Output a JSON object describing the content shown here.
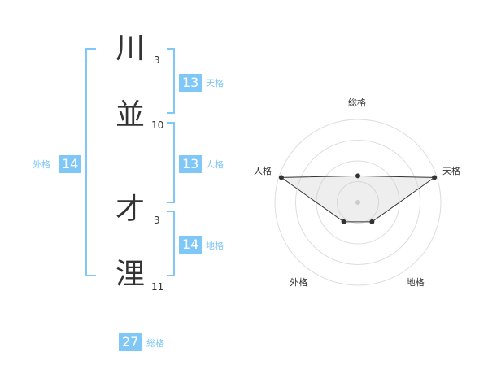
{
  "characters": [
    {
      "char": "川",
      "strokes": "3"
    },
    {
      "char": "並",
      "strokes": "10"
    },
    {
      "char": "才",
      "strokes": "3"
    },
    {
      "char": "浬",
      "strokes": "11"
    }
  ],
  "kakusu": {
    "tenkaku": {
      "value": "13",
      "label": "天格"
    },
    "jinkaku": {
      "value": "13",
      "label": "人格"
    },
    "chikaku": {
      "value": "14",
      "label": "地格"
    },
    "gaikaku": {
      "value": "14",
      "label": "外格"
    },
    "soukaku": {
      "value": "27",
      "label": "総格"
    }
  },
  "colors": {
    "accent": "#7fc7f7",
    "text": "#333333",
    "grid": "#dddddd"
  },
  "chart_data": {
    "type": "radar",
    "axes": [
      "総格",
      "天格",
      "地格",
      "外格",
      "人格"
    ],
    "values": [
      0.32,
      0.97,
      0.29,
      0.29,
      0.97
    ],
    "max": 1,
    "rings": 4
  }
}
